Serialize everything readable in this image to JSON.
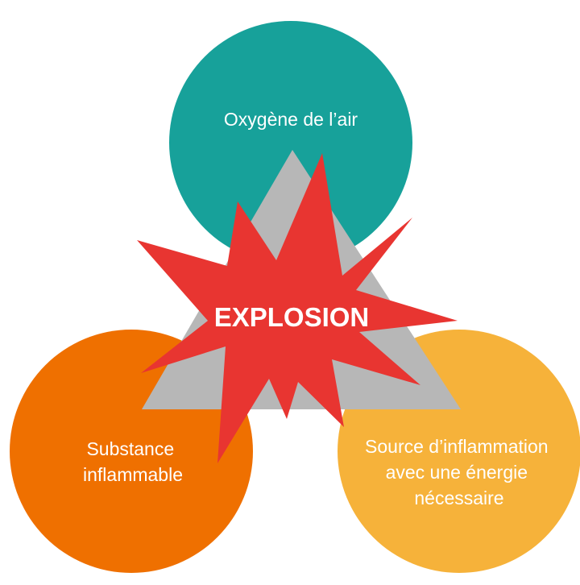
{
  "diagram": {
    "top_circle": {
      "lines": [
        "Oxygène de l’air"
      ],
      "color": "#17a19a"
    },
    "left_circle": {
      "lines": [
        "Substance",
        "inflammable"
      ],
      "color": "#ef7000"
    },
    "right_circle": {
      "lines": [
        "Source d’inflammation",
        "avec une énergie",
        "nécessaire"
      ],
      "color": "#f6b23a"
    },
    "triangle": {
      "color": "#b7b7b7"
    },
    "center": {
      "label": "EXPLOSION",
      "color": "#e83531"
    }
  }
}
